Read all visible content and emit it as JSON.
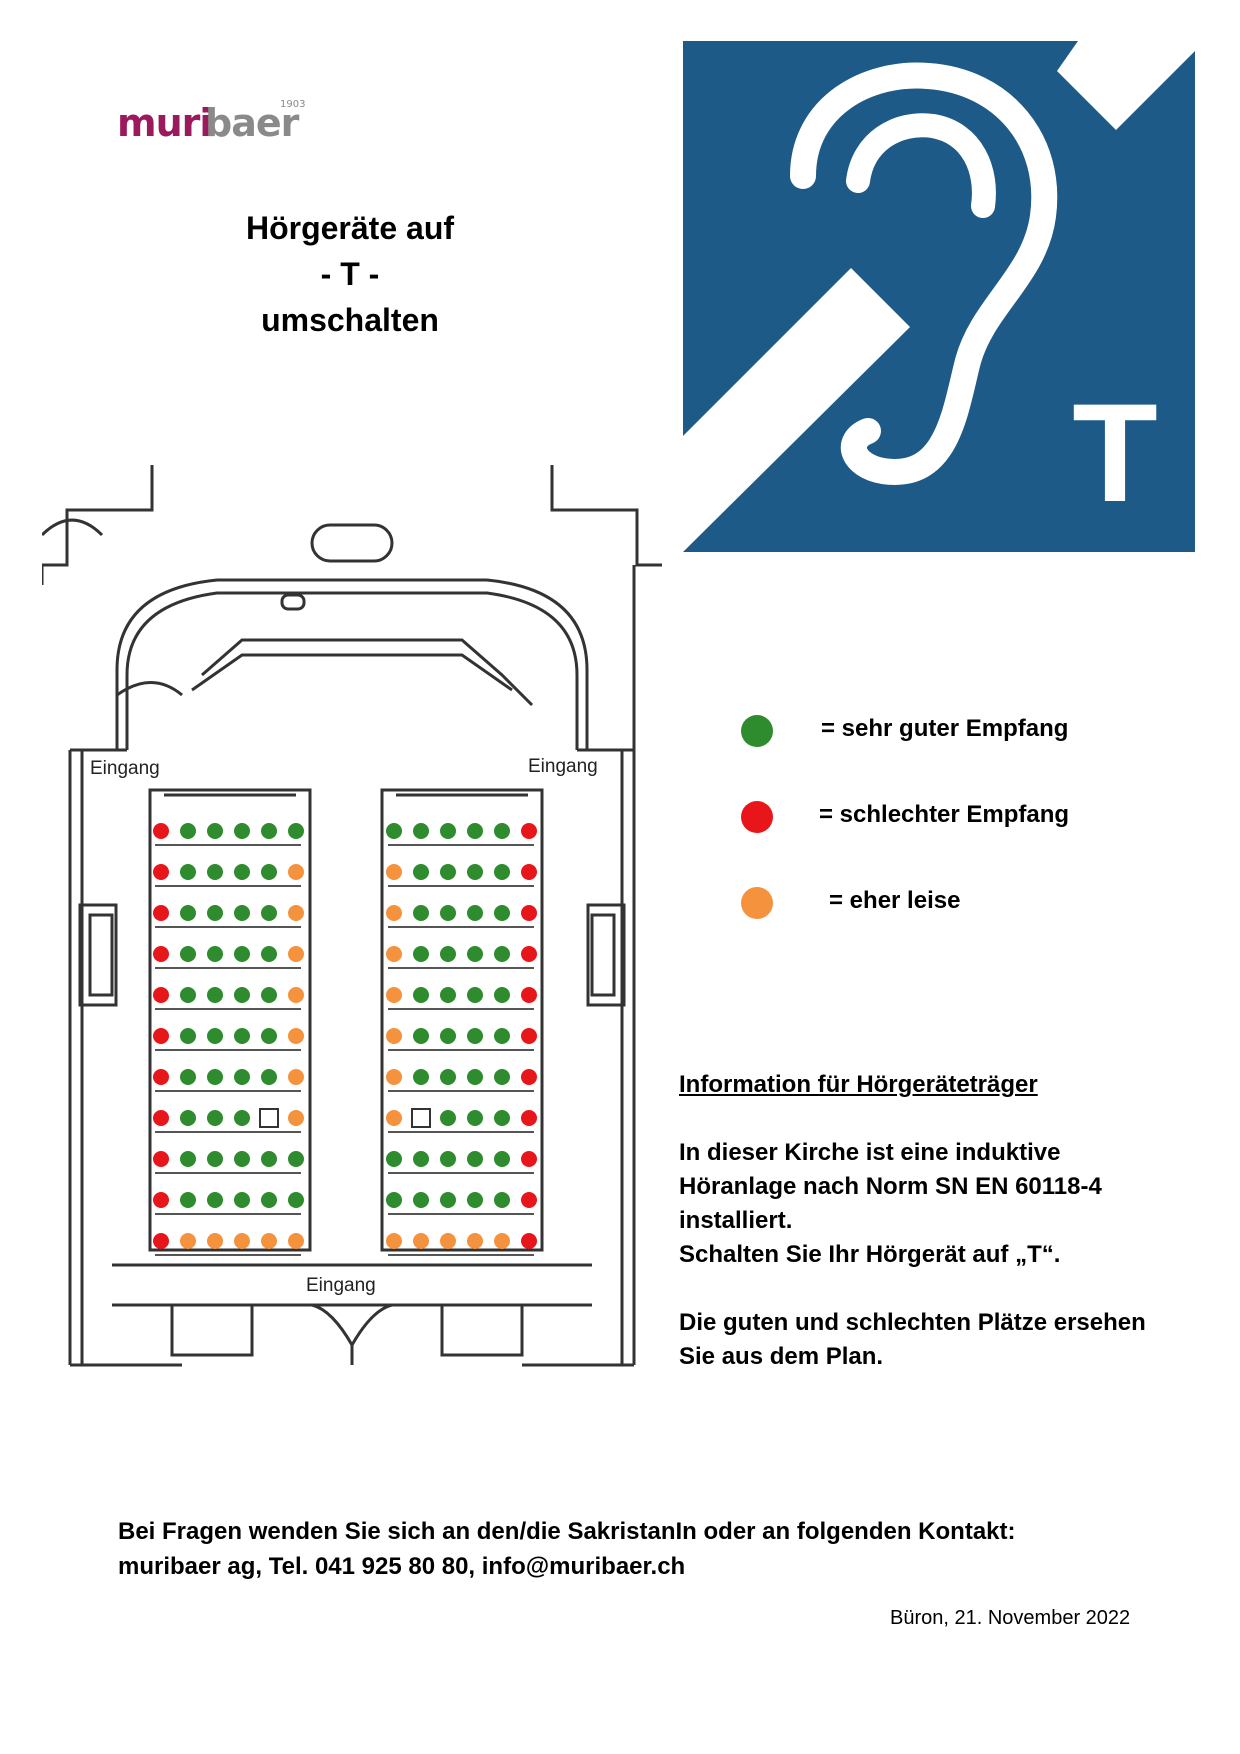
{
  "logo": {
    "text_muri": "muri",
    "text_baer": "baer",
    "year": "1903",
    "color_muri": "#9b1a5e",
    "color_baer": "#8a8a8a"
  },
  "title": {
    "line1": "Hörgeräte auf",
    "line2": "- T -",
    "line3": "umschalten"
  },
  "sign": {
    "icon": "hearing-loop-ear-icon",
    "letter": "T",
    "bg_color": "#1d5a87"
  },
  "plan": {
    "entrance_left": "Eingang",
    "entrance_right": "Eingang",
    "entrance_bottom": "Eingang",
    "seat_colors": {
      "G": "#2e8b2e",
      "R": "#e8161b",
      "O": "#f5923e"
    },
    "left_block": [
      "RGGGGG",
      "RGGGGO",
      "RGGGGO",
      "RGGGGO",
      "RGGGGO",
      "RGGGGO",
      "RGGGGO",
      "RGGGxO",
      "RGGGGG",
      "RGGGGG",
      "ROOOOO"
    ],
    "right_block": [
      "GGGGGR",
      "OGGGGR",
      "OGGGGR",
      "OGGGGR",
      "OGGGGR",
      "OGGGGR",
      "OGGGGR",
      "OxGGGR",
      "GGGGGR",
      "GGGGGR",
      "OOOOOR"
    ]
  },
  "legend": [
    {
      "color": "#2e8b2e",
      "label": "= sehr guter Empfang"
    },
    {
      "color": "#e8161b",
      "label": "= schlechter Empfang"
    },
    {
      "color": "#f5923e",
      "label": "= eher leise"
    }
  ],
  "info": {
    "heading": "Information für Hörgeräteträger",
    "line1": "In dieser Kirche ist eine induktive",
    "line2": "Höranlage nach Norm SN EN 60118-4",
    "line3": "installiert.",
    "line4": "Schalten Sie Ihr Hörgerät auf „T“.",
    "line5": "Die guten und schlechten Plätze ersehen",
    "line6": "Sie aus dem Plan."
  },
  "contact": {
    "line1": "Bei Fragen wenden Sie sich an den/die SakristanIn oder an folgenden Kontakt:",
    "line2": "muribaer ag, Tel. 041 925 80 80, info@muribaer.ch"
  },
  "date": "Büron, 21. November 2022"
}
